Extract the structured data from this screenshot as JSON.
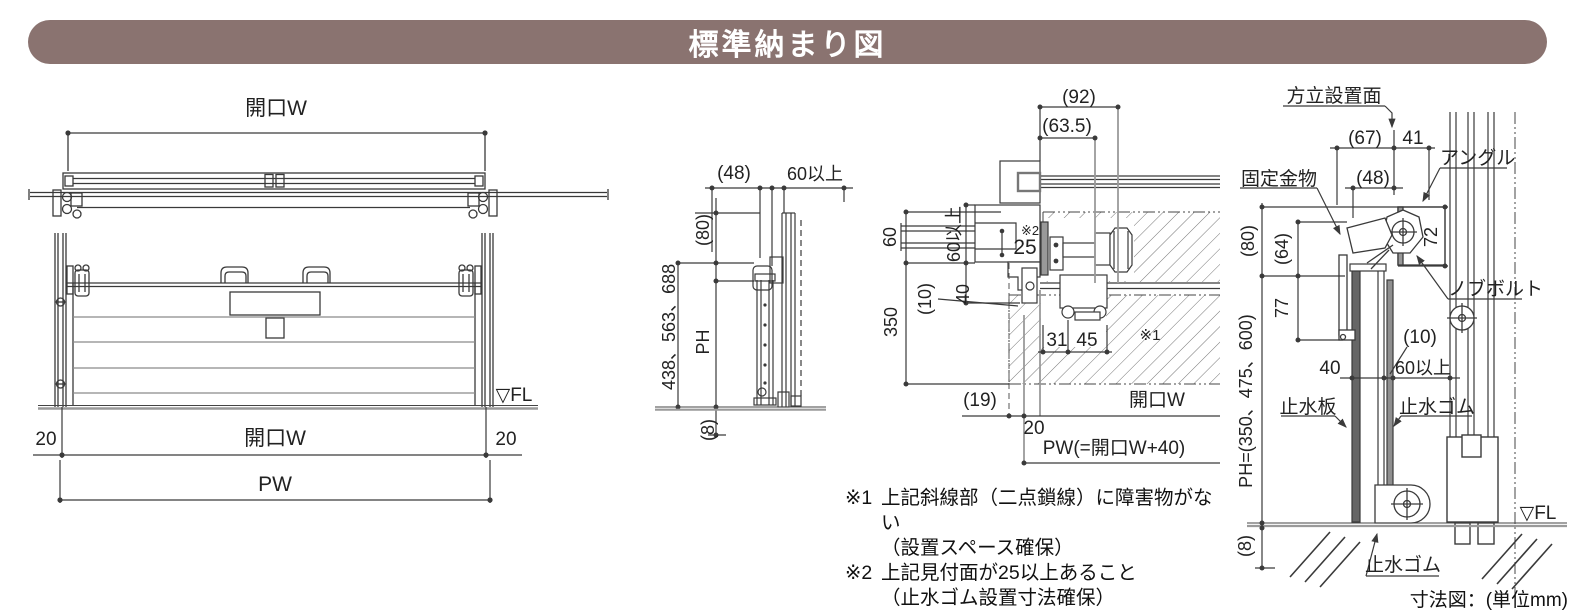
{
  "header": {
    "title": "標準納まり図",
    "bg_color": "#8a7370",
    "text_color": "#ffffff"
  },
  "front_view": {
    "dim_opening_top": "開口W",
    "fl": "▽FL",
    "dim_20_left": "20",
    "dim_opening_bottom": "開口W",
    "dim_20_right": "20",
    "dim_pw": "PW"
  },
  "side_section": {
    "dim_48": "(48)",
    "dim_60_min": "60以上",
    "dim_80": "(80)",
    "dim_heights": "438、563、688",
    "dim_ph": "PH",
    "dim_8": "(8)"
  },
  "plan_section": {
    "dim_92": "(92)",
    "dim_63_5": "(63.5)",
    "dim_60": "60",
    "dim_60_min": "60以上",
    "ref_note2": "※2",
    "dim_25": "25",
    "dim_10": "(10)",
    "dim_40": "40",
    "dim_350": "350",
    "dim_31": "31",
    "dim_45": "45",
    "ref_note1": "※1",
    "dim_19": "(19)",
    "dim_opening": "開口W",
    "dim_20": "20",
    "dim_pw_formula": "PW(=開口W+40)"
  },
  "vertical_section": {
    "label_mullion_face": "方立設置面",
    "dim_67": "(67)",
    "dim_41": "41",
    "label_angle": "アングル",
    "label_fixing_hardware": "固定金物",
    "dim_48": "(48)",
    "dim_80": "(80)",
    "dim_64": "(64)",
    "dim_72": "72",
    "label_knob_bolt": "ノブボルト",
    "dim_77": "77",
    "dim_ph": "PH=(350、475、600)",
    "dim_10": "(10)",
    "dim_40": "40",
    "dim_60_min": "60以上",
    "label_water_stop_plate": "止水板",
    "label_water_stop_rubber": "止水ゴム",
    "fl": "▽FL",
    "dim_8": "(8)",
    "label_water_stop_rubber_bottom": "止水ゴム"
  },
  "notes": {
    "items": [
      {
        "ref": "※1",
        "line1": "上記斜線部（二点鎖線）に障害物がない",
        "line2": "（設置スペース確保）"
      },
      {
        "ref": "※2",
        "line1": "上記見付面が25以上あること",
        "line2": "（止水ゴム設置寸法確保）"
      }
    ]
  },
  "caption": "寸法図：(単位mm)"
}
